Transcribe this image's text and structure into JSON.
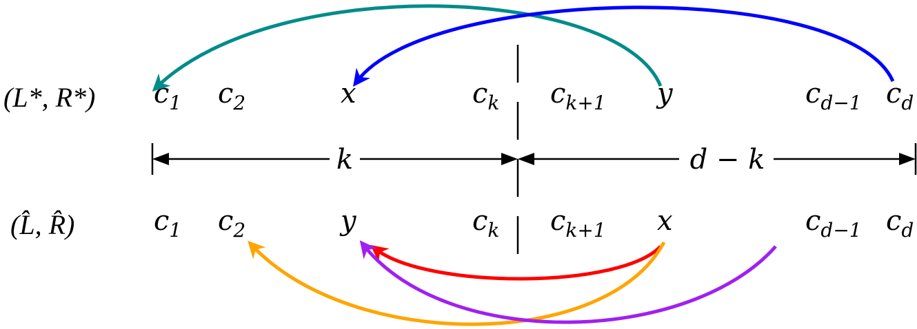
{
  "rows": [
    {
      "label": "(L*, R*)",
      "label_parts": {
        "open": "(",
        "a": "L",
        "a_sup": "*",
        "sep": ", ",
        "b": "R",
        "b_sup": "*",
        "close": ")"
      },
      "items": [
        {
          "base": "c",
          "sub": "1"
        },
        {
          "base": "c",
          "sub": "2"
        },
        {
          "base": "x",
          "sub": ""
        },
        {
          "base": "c",
          "sub": "k"
        },
        {
          "base": "c",
          "sub": "k+1"
        },
        {
          "base": "y",
          "sub": ""
        },
        {
          "base": "c",
          "sub": "d−1"
        },
        {
          "base": "c",
          "sub": "d"
        }
      ]
    },
    {
      "label": "(L̂, R̂)",
      "label_parts": {
        "open": "(",
        "a": "L̂",
        "sep": ", ",
        "b": "R̂",
        "close": ")"
      },
      "items": [
        {
          "base": "c",
          "sub": "1"
        },
        {
          "base": "c",
          "sub": "2"
        },
        {
          "base": "y",
          "sub": ""
        },
        {
          "base": "c",
          "sub": "k"
        },
        {
          "base": "c",
          "sub": "k+1"
        },
        {
          "base": "x",
          "sub": ""
        },
        {
          "base": "c",
          "sub": "d−1"
        },
        {
          "base": "c",
          "sub": "d"
        }
      ]
    }
  ],
  "spans": {
    "left": "k",
    "right": "d − k"
  },
  "arrows": [
    {
      "from": "y",
      "to": "c1",
      "row": "top",
      "color": "#008b8b"
    },
    {
      "from": "cd",
      "to": "x",
      "row": "top",
      "color": "#0000ff"
    },
    {
      "from": "x",
      "to": "y",
      "row": "bottom",
      "color": "#ff0000"
    },
    {
      "from": "x",
      "to": "c2",
      "row": "bottom",
      "color": "#ffa500"
    },
    {
      "from": "cd-1",
      "to": "y",
      "row": "bottom",
      "color": "#a020f0"
    }
  ]
}
